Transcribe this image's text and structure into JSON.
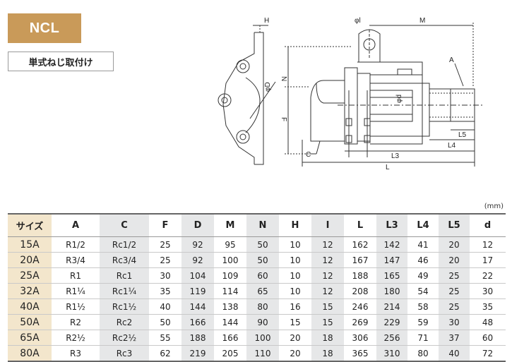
{
  "product": "NCL",
  "subtitle": "単式ねじ取付け",
  "unit_note": "(mm)",
  "drawing_labels": {
    "H": "H",
    "D": "φD",
    "N": "N",
    "F": "F",
    "C": "C",
    "l": "φl",
    "M": "M",
    "A": "A",
    "d": "φd",
    "L5": "L5",
    "L4": "L4",
    "L3": "L3",
    "L": "L"
  },
  "table": {
    "headers": [
      "サイズ",
      "A",
      "C",
      "F",
      "D",
      "M",
      "N",
      "H",
      "I",
      "L",
      "L3",
      "L4",
      "L5",
      "d"
    ],
    "rows": [
      [
        "15A",
        "R1/2",
        "Rc1/2",
        "25",
        "92",
        "95",
        "50",
        "10",
        "12",
        "162",
        "142",
        "41",
        "20",
        "12"
      ],
      [
        "20A",
        "R3/4",
        "Rc3/4",
        "25",
        "92",
        "100",
        "50",
        "10",
        "12",
        "167",
        "147",
        "46",
        "20",
        "17"
      ],
      [
        "25A",
        "R1",
        "Rc1",
        "30",
        "104",
        "109",
        "60",
        "10",
        "12",
        "188",
        "165",
        "49",
        "25",
        "22"
      ],
      [
        "32A",
        "R1¼",
        "Rc1¼",
        "35",
        "119",
        "114",
        "65",
        "10",
        "12",
        "208",
        "180",
        "54",
        "25",
        "30"
      ],
      [
        "40A",
        "R1½",
        "Rc1½",
        "40",
        "144",
        "138",
        "80",
        "16",
        "15",
        "246",
        "214",
        "58",
        "25",
        "35"
      ],
      [
        "50A",
        "R2",
        "Rc2",
        "50",
        "166",
        "144",
        "90",
        "15",
        "15",
        "269",
        "229",
        "59",
        "30",
        "48"
      ],
      [
        "65A",
        "R2½",
        "Rc2½",
        "55",
        "188",
        "166",
        "100",
        "20",
        "18",
        "306",
        "256",
        "71",
        "37",
        "60"
      ],
      [
        "80A",
        "R3",
        "Rc3",
        "62",
        "219",
        "205",
        "110",
        "20",
        "18",
        "365",
        "310",
        "80",
        "40",
        "72"
      ]
    ]
  }
}
